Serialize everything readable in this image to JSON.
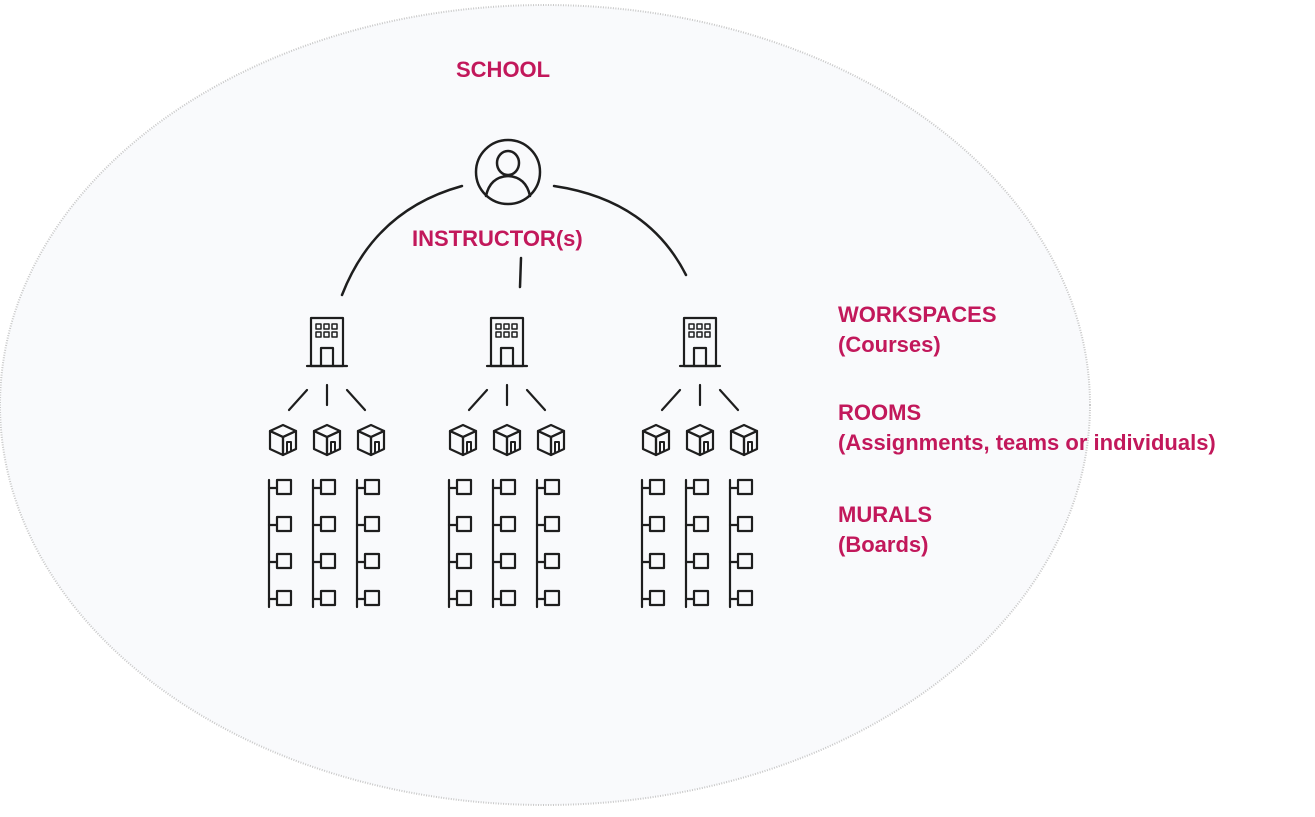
{
  "labels": {
    "school": "SCHOOL",
    "instructor": "INSTRUCTOR(s)",
    "workspaces": {
      "title": "WORKSPACES",
      "subtitle": "(Courses)"
    },
    "rooms": {
      "title": "ROOMS",
      "subtitle": "(Assignments, teams or individuals)"
    },
    "murals": {
      "title": "MURALS",
      "subtitle": "(Boards)"
    }
  },
  "structure": {
    "workspace_count": 3,
    "rooms_per_workspace": 3,
    "murals_per_room": 4
  },
  "icons": {
    "instructor": "person-circle-icon",
    "workspace": "building-icon",
    "room": "cube-room-icon",
    "mural": "board-icon"
  },
  "colors": {
    "label": "#c2185b",
    "ink": "#1e1e1e",
    "boundary": "#c8c8c8",
    "boundary_fill": "#f9fafc"
  }
}
